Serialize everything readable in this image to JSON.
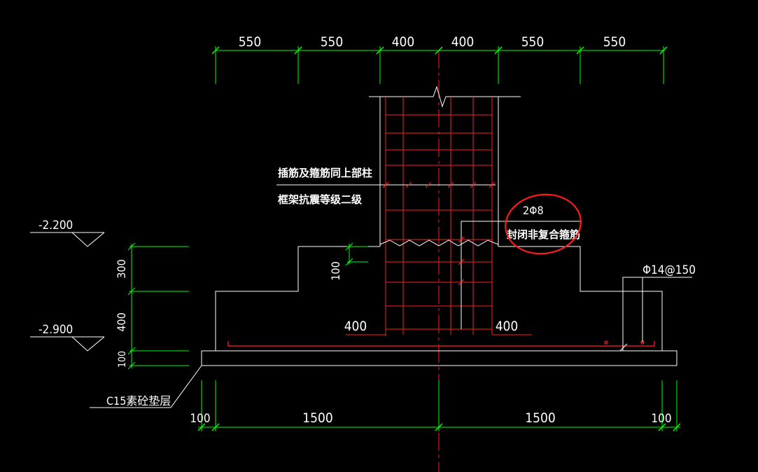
{
  "colors": {
    "background": "#000000",
    "outline": "#ffffff",
    "dimension": "#00ff00",
    "rebar": "#ff2020",
    "centerline": "#ff2020",
    "highlight": "#ff1a1a"
  },
  "top_dimensions": [
    "550",
    "550",
    "400",
    "400",
    "550",
    "550"
  ],
  "bottom_dimensions": [
    "100",
    "1500",
    "1500",
    "100"
  ],
  "vertical_dimensions": [
    "300",
    "400",
    "100"
  ],
  "levels": [
    "-2.200",
    "-2.900"
  ],
  "step_dimension": "100",
  "inner_dimensions": {
    "left": "400",
    "right": "400"
  },
  "annotations": {
    "dowel_note": "插筋及箍筋同上部柱",
    "seismic_note": "框架抗震等级二级",
    "stirrup_count": "2Φ8",
    "stirrup_note": "封闭非复合箍筋",
    "bottom_rebar": "Φ14@150",
    "cushion_note": "C15素砼垫层"
  }
}
